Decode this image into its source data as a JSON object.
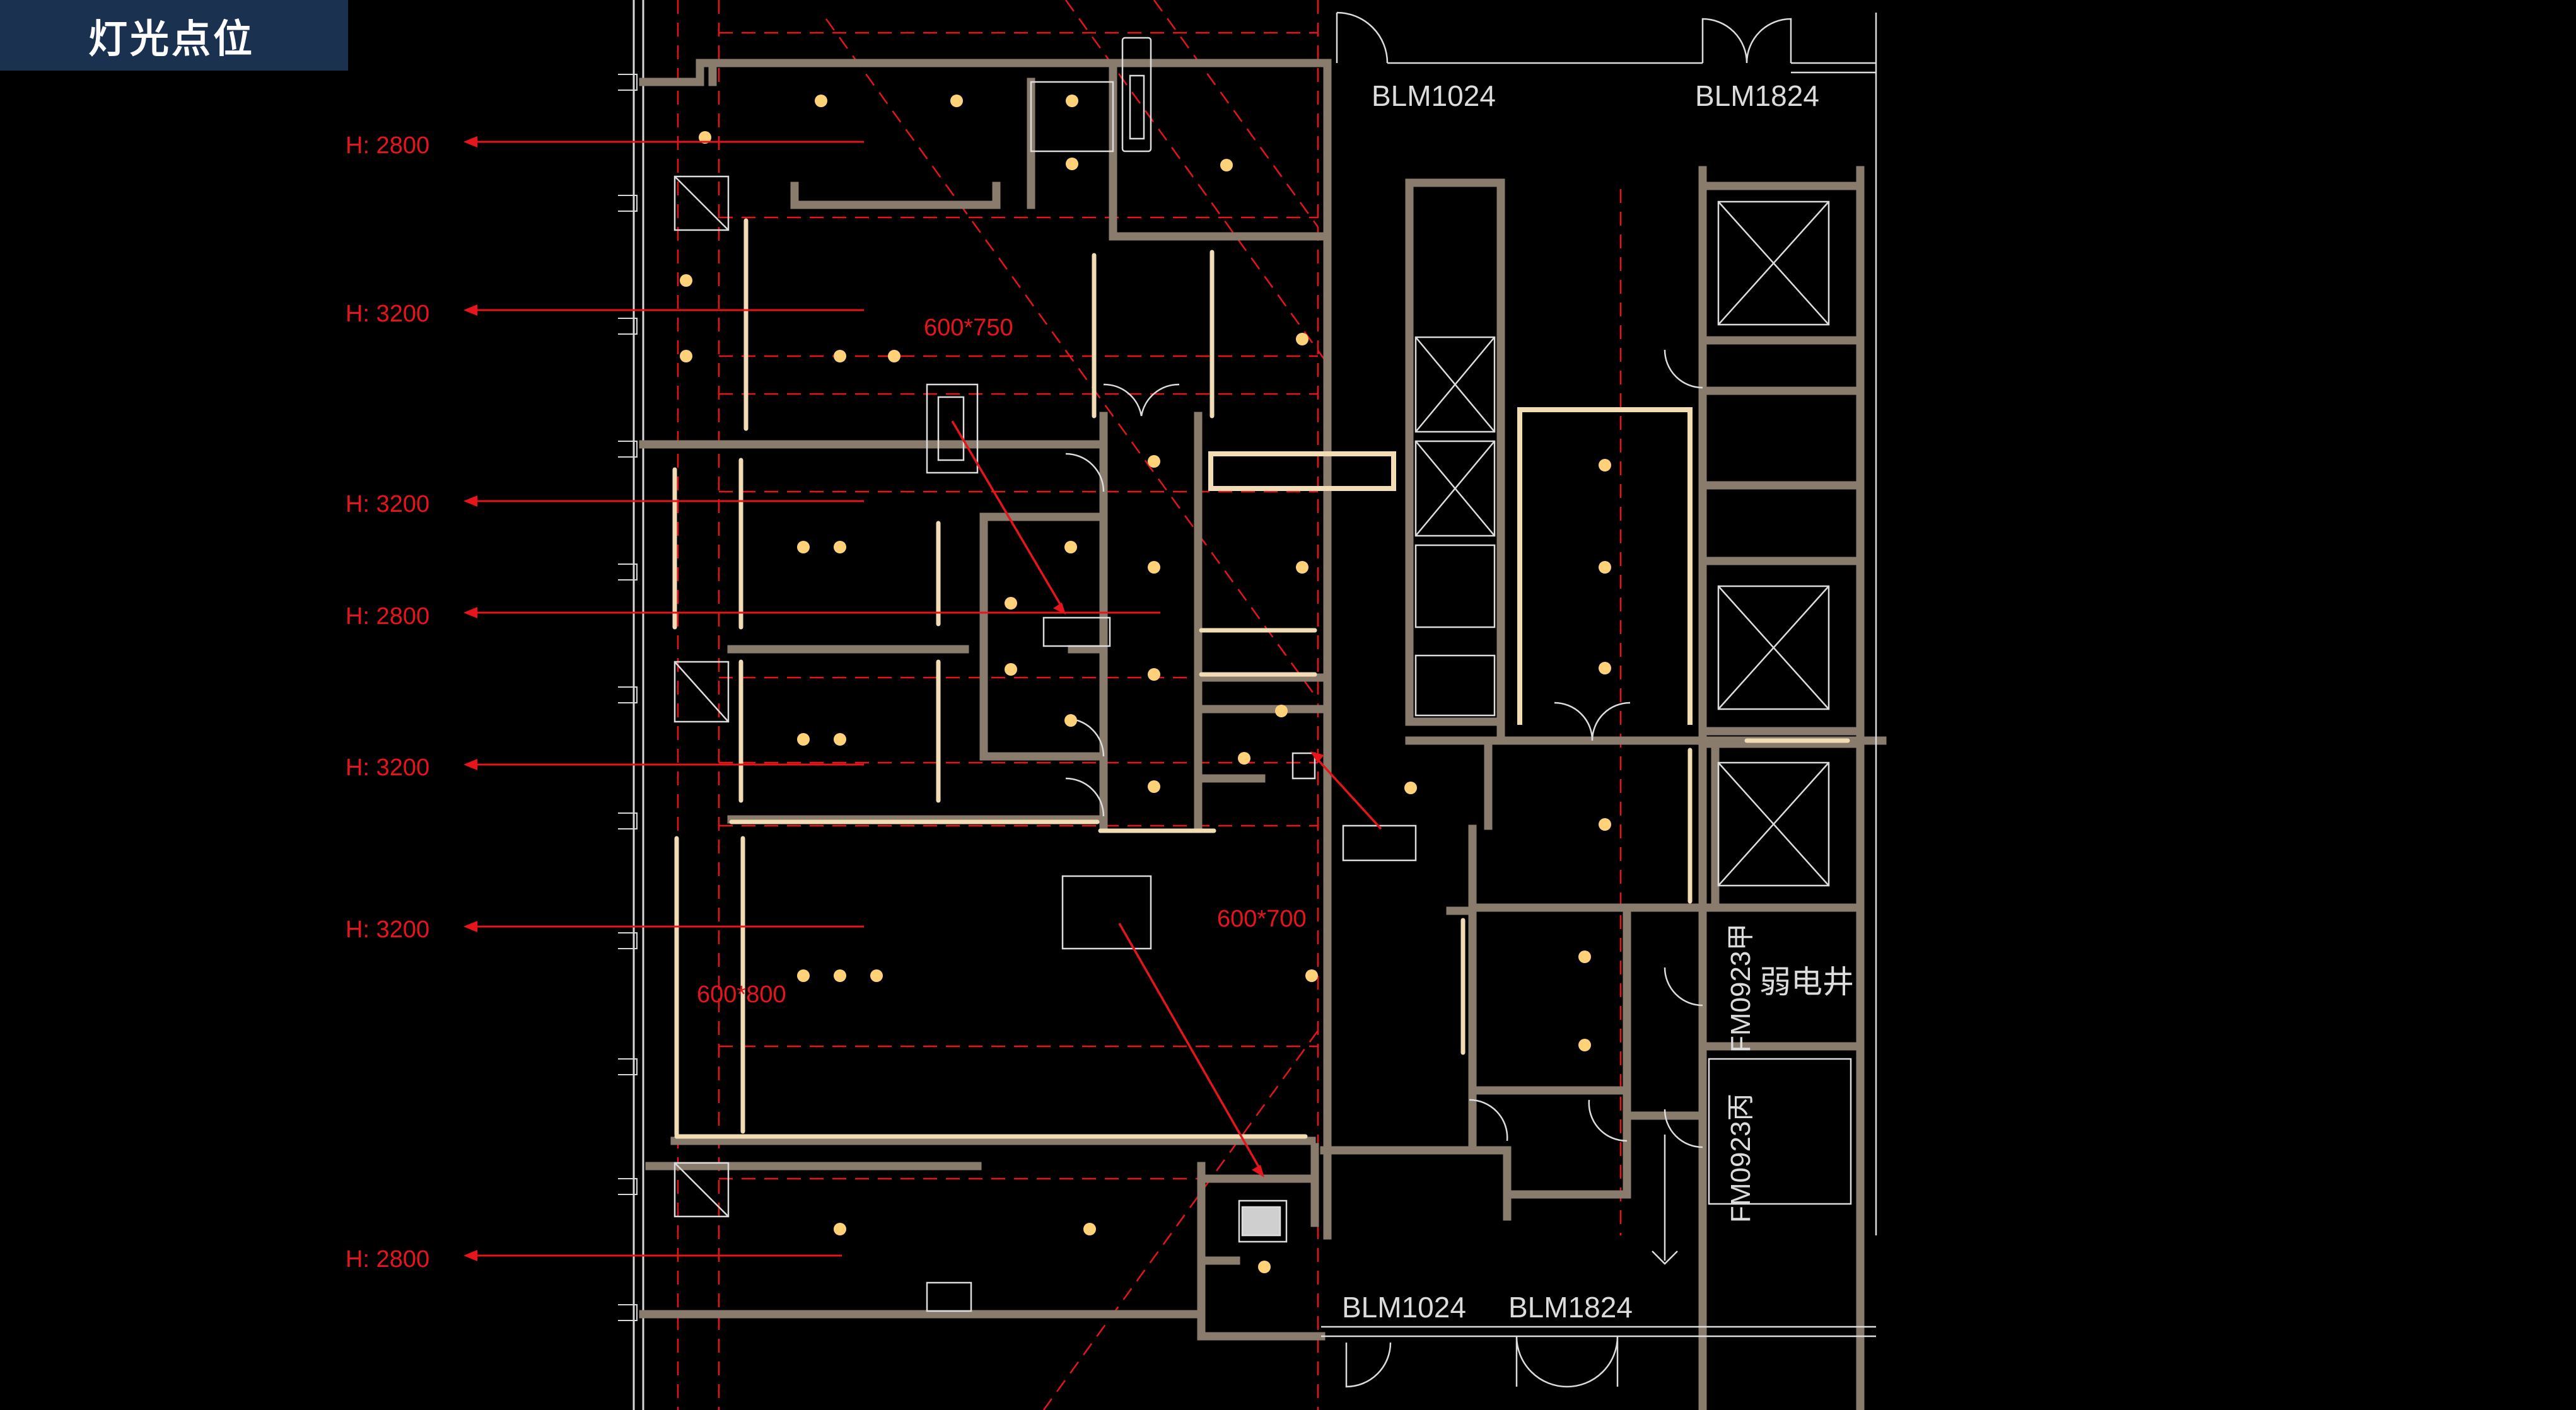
{
  "title": "灯光点位",
  "colors": {
    "background": "#000000",
    "title_bar": "#1b3150",
    "wall": "#8a7c6c",
    "annotation": "#e8141c",
    "light": "#ffd27a",
    "line_light": "#f2dcb4",
    "cad_line": "#dcdcdc"
  },
  "height_labels": [
    "H:  2800",
    "H:  3200",
    "H:  3200",
    "H:  2800",
    "H:  3200",
    "H:  3200",
    "H:  2800"
  ],
  "dimension_labels": [
    "600*750",
    "600*700",
    "600*800"
  ],
  "door_labels": [
    "BLM1024",
    "BLM1824",
    "BLM1024",
    "BLM1824"
  ],
  "room_labels": {
    "weak_current_shaft": "弱电井",
    "fire_door_1": "FM0923甲",
    "fire_door_2": "FM0923丙"
  }
}
